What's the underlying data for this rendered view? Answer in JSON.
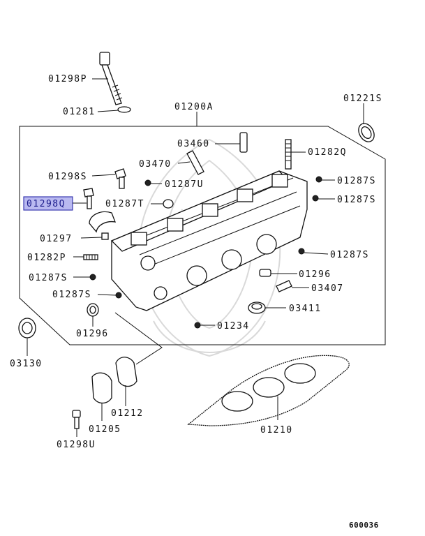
{
  "diagram_id": "600036",
  "group_label": "01200A",
  "selected_part": "01298Q",
  "colors": {
    "highlight_fill": "#b9b9f0",
    "highlight_border": "#3a3ab0",
    "ink": "#111111",
    "watermark": "#d9d9d9"
  },
  "parts": {
    "p01298P": "01298P",
    "p01281": "01281",
    "p01200A": "01200A",
    "p01221S": "01221S",
    "p03460": "03460",
    "p01282Q": "01282Q",
    "p03470": "03470",
    "p01298S": "01298S",
    "p01287U": "01287U",
    "p01287S_a": "01287S",
    "p01298Q": "01298Q",
    "p01287T": "01287T",
    "p01287S_b": "01287S",
    "p01297": "01297",
    "p01282P": "01282P",
    "p01287S_c": "01287S",
    "p01287S_d": "01287S",
    "p01296_a": "01296",
    "p03407": "03407",
    "p01287S_e": "01287S",
    "p03411": "03411",
    "p01296_b": "01296",
    "p01234": "01234",
    "p03130": "03130",
    "p01212": "01212",
    "p01205": "01205",
    "p01210": "01210",
    "p01298U": "01298U"
  }
}
